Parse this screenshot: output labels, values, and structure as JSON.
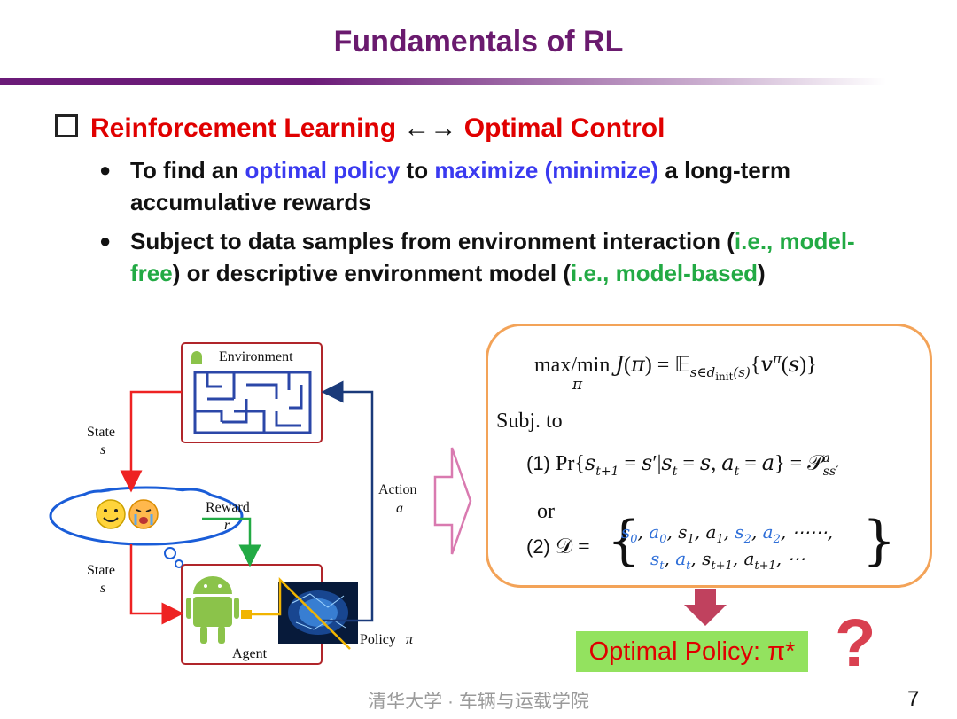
{
  "title": "Fundamentals of RL",
  "heading": {
    "left": "Reinforcement Learning",
    "arrow": "←→",
    "right": "Optimal Control"
  },
  "bullet1": {
    "t1": "To find an ",
    "t2": "optimal policy",
    "t3": " to ",
    "t4": "maximize (minimize)",
    "t5": " a long-term accumulative rewards"
  },
  "bullet2": {
    "t1": "Subject to data samples from environment interaction (",
    "t2": "i.e., model-free",
    "t3": ") or descriptive environment model (",
    "t4": "i.e., model-based",
    "t5": ")"
  },
  "diagram": {
    "environment": "Environment",
    "state": "State",
    "state_sym": "s",
    "reward": "Reward",
    "reward_sym": "r",
    "action": "Action",
    "action_sym": "a",
    "agent": "Agent",
    "policy": "Policy",
    "policy_sym": "π"
  },
  "math": {
    "objective": "max/min J(π) = 𝔼s∈dinit(s){vπ(s)}",
    "objective_sub": "π",
    "subj": "Subj. to",
    "c1_label": "(1)",
    "c1": "Pr{st+1 = s′|st = s, at = a} = 𝒫ass′",
    "or": "or",
    "c2_label": "(2)",
    "c2_row1": "s0, a0, s1, a1, s2, a2, ⋯⋯,",
    "c2_row2": "st, at, st+1, at+1, ⋯"
  },
  "optimal_policy": "Optimal Policy: π*",
  "question_mark": "?",
  "footer": "清华大学 · 车辆与运载学院",
  "page_number": "7",
  "colors": {
    "title": "#6a1a6e",
    "red": "#e00000",
    "blue": "#3a3af0",
    "green": "#22aa44",
    "math_blue": "#2f6fd8",
    "box_border": "#f3a358",
    "optimal_bg": "#93e25f",
    "arrow_down": "#c0415e"
  }
}
